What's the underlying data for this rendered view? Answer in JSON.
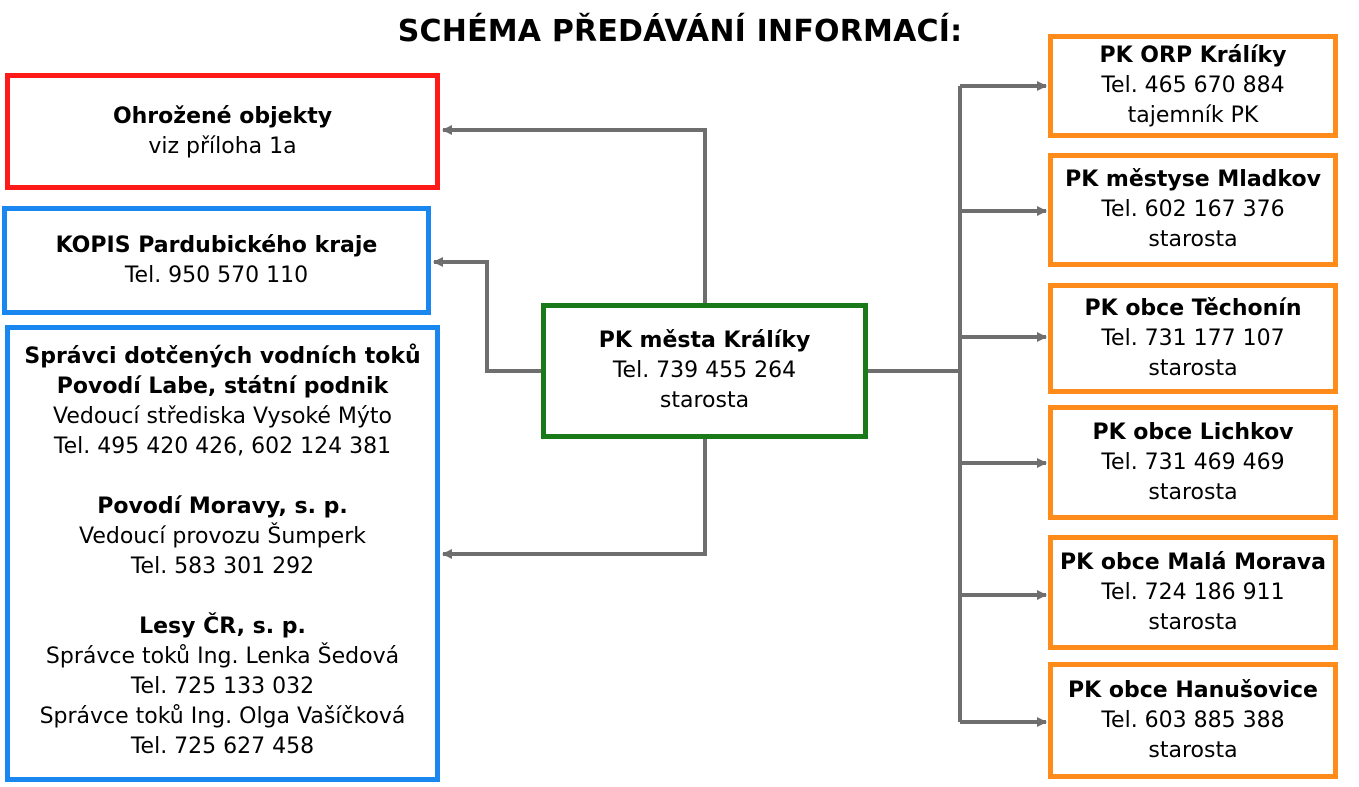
{
  "title": "SCHÉMA PŘEDÁVÁNÍ INFORMACÍ:",
  "center": {
    "name": "PK města Králíky",
    "phone": "Tel. 739 455 264",
    "role": "starosta"
  },
  "left": {
    "objects": {
      "name": "Ohrožené objekty",
      "note": "viz příloha 1a"
    },
    "kopis": {
      "name": "KOPIS Pardubického kraje",
      "phone": "Tel. 950 570 110"
    },
    "water": {
      "heading1": "Správci dotčených vodních toků",
      "heading2": "Povodí Labe, státní podnik",
      "labe_role": "Vedoucí střediska Vysoké Mýto",
      "labe_phone": "Tel. 495 420 426, 602 124 381",
      "morava_name": "Povodí Moravy, s. p.",
      "morava_role": "Vedoucí provozu Šumperk",
      "morava_phone": "Tel. 583 301 292",
      "lesy_name": "Lesy ČR, s. p.",
      "lesy_role1": "Správce toků Ing. Lenka Šedová",
      "lesy_phone1": "Tel. 725 133 032",
      "lesy_role2": "Správce toků Ing. Olga Vašíčková",
      "lesy_phone2": "Tel. 725 627 458"
    }
  },
  "right": [
    {
      "name": "PK ORP Králíky",
      "phone": "Tel. 465 670 884",
      "role": "tajemník PK"
    },
    {
      "name": "PK městyse Mladkov",
      "phone": "Tel. 602 167 376",
      "role": "starosta"
    },
    {
      "name": "PK obce Těchonín",
      "phone": "Tel. 731 177 107",
      "role": "starosta"
    },
    {
      "name": "PK obce Lichkov",
      "phone": "Tel. 731 469 469",
      "role": "starosta"
    },
    {
      "name": "PK obce Malá Morava",
      "phone": "Tel. 724 186 911",
      "role": "starosta"
    },
    {
      "name": "PK obce Hanušovice",
      "phone": "Tel. 603 885 388",
      "role": "starosta"
    }
  ],
  "colors": {
    "connector": "#6e6e6e",
    "objects_border": "#ff1a1a",
    "kopis_border": "#1a86f0",
    "water_border": "#1a86f0",
    "center_border": "#1a7a1a",
    "right_border": "#ff8c1a"
  }
}
